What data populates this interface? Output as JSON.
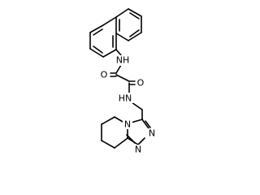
{
  "atoms": {
    "nh_top": "NH",
    "o_left": "O",
    "o_right": "O",
    "hn_mid": "HN",
    "n_ring_fused": "N",
    "n_triazole_right": "N",
    "n_triazole_bottom": "N"
  },
  "colors": {
    "bond": "#000000",
    "label": "#000000",
    "background": "#ffffff"
  }
}
